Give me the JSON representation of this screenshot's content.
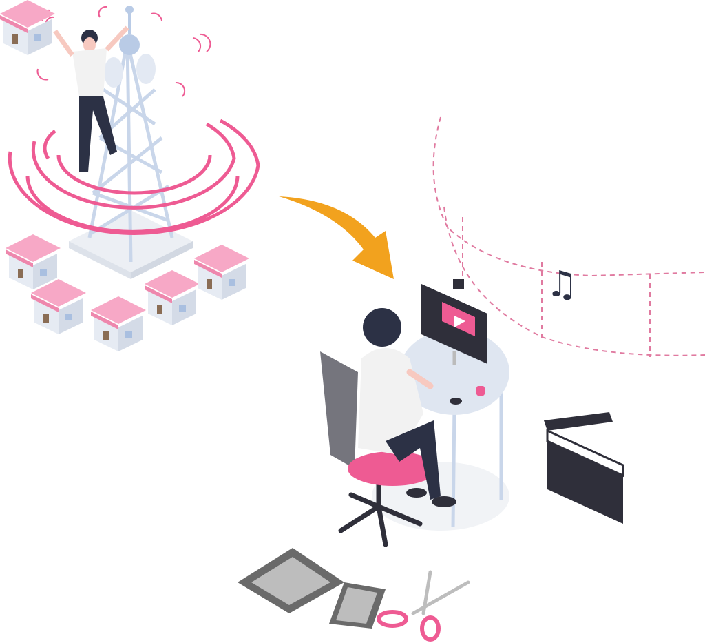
{
  "illustration": {
    "scenes": [
      "broadcast-tower",
      "houses",
      "arrow",
      "video-editor-desk",
      "film-strip",
      "clapperboard",
      "music-note"
    ],
    "colors": {
      "pink": "#ee5b93",
      "pink_light": "#f7a8c6",
      "orange": "#f2a21e",
      "tower": "#c9d6ea",
      "dark": "#2f2f3a",
      "gray": "#7d7d7d",
      "desk": "#dfe6f1",
      "shirt": "#f2f2f2",
      "pants": "#2c3145",
      "dashed": "#e07aa0"
    }
  }
}
